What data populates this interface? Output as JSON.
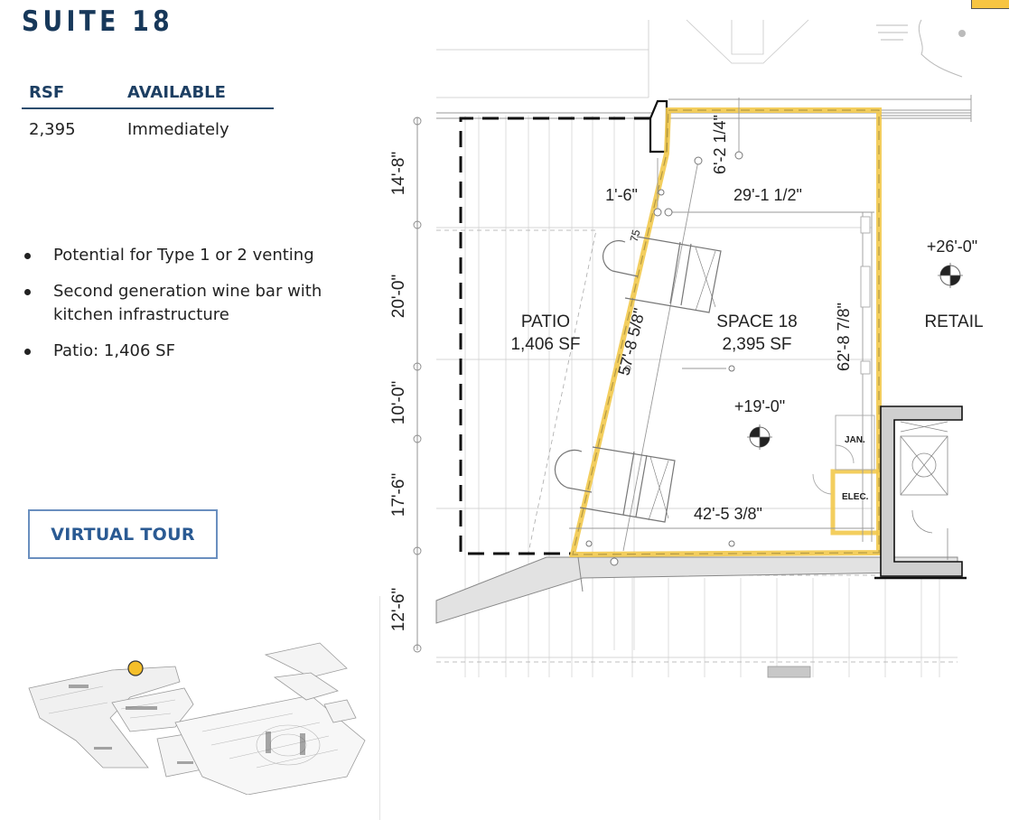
{
  "title": "SUITE 18",
  "spec_table": {
    "headers": [
      "RSF",
      "AVAILABLE"
    ],
    "rows": [
      [
        "2,395",
        "Immediately"
      ]
    ]
  },
  "features": [
    "Potential for Type 1 or 2 venting",
    "Second generation wine bar with kitchen infrastructure",
    "Patio: 1,406 SF"
  ],
  "virtual_tour": {
    "label": "VIRTUAL TOUR"
  },
  "minimap": {
    "marker_color": "#f5bf2a",
    "marker_label": "location-marker"
  },
  "floor_plan": {
    "highlight_color": "#f2c94c",
    "rooms": {
      "patio": {
        "name": "PATIO",
        "area": "1,406 SF"
      },
      "space": {
        "name": "SPACE 18",
        "area": "2,395 SF"
      },
      "retail": {
        "name": "RETAIL"
      },
      "jan": {
        "name": "JAN."
      },
      "elec": {
        "name": "ELEC."
      }
    },
    "elevations": {
      "space": "+19'-0\"",
      "retail": "+26'-0\""
    },
    "dimensions": {
      "left_1": "14'-8\"",
      "left_2": "20'-0\"",
      "left_3": "10'-0\"",
      "left_4": "17'-6\"",
      "left_5": "12'-6\"",
      "top_small": "1'-6\"",
      "top_vertical": "6'-2 1/4\"",
      "top_width": "29'-1 1/2\"",
      "diagonal": "57'-8 5/8\"",
      "right_height": "62'-8 7/8\"",
      "bottom_width": "42'-5 3/8\"",
      "angle": "75"
    }
  }
}
